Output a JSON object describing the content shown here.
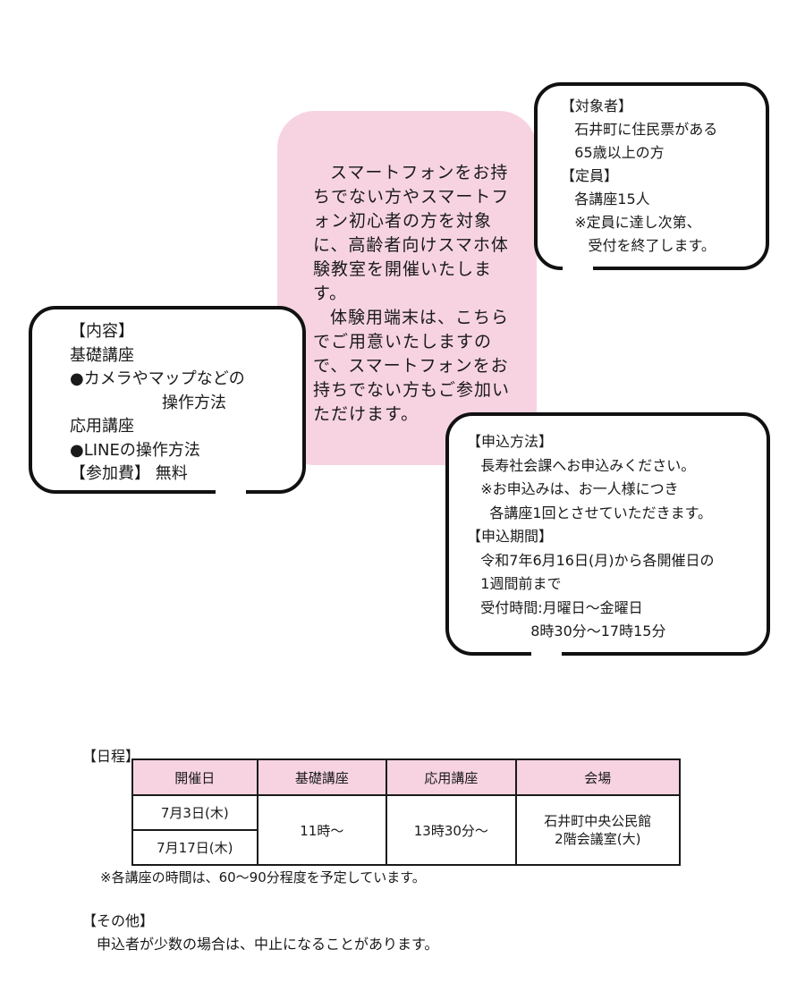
{
  "intro": {
    "lines": [
      "スマートフォンをお持ちでない方やスマートフォン初心者の方を対象に、高齢者向けスマホ体験教室を開催いたします。",
      "体験用端末は、こちらでご用意いたしますので、スマートフォンをお持ちでない方もご参加いただけます。"
    ]
  },
  "target_box": {
    "lines": [
      "【対象者】",
      "   石井町に住民票がある",
      "   65歳以上の方",
      "【定員】",
      "   各講座15人",
      "   ※定員に達し次第、",
      "      受付を終了します。"
    ]
  },
  "content_box": {
    "lines": [
      "【内容】",
      "基礎講座",
      "●カメラやマップなどの",
      "                  操作方法",
      "応用講座",
      "●LINEの操作方法",
      "【参加費】 無料"
    ]
  },
  "apply_box": {
    "lines": [
      "【申込方法】",
      "   長寿社会課へお申込みください。",
      "   ※お申込みは、お一人様につき",
      "     各講座1回とさせていただきます。",
      "【申込期間】",
      "   令和7年6月16日(月)から各開催日の",
      "   1週間前まで",
      "   受付時間:月曜日～金曜日",
      "              8時30分～17時15分"
    ]
  },
  "schedule": {
    "label": "【日程】",
    "headers": [
      "開催日",
      "基礎講座",
      "応用講座",
      "会場"
    ],
    "dates": [
      "7月3日(木)",
      "7月17日(木)"
    ],
    "basic_time": "11時～",
    "advanced_time": "13時30分～",
    "venue": "石井町中央公民館\n2階会議室(大)",
    "note": "※各講座の時間は、60～90分程度を予定しています。"
  },
  "other": {
    "label": "【その他】",
    "text": "申込者が少数の場合は、中止になることがあります。"
  },
  "colors": {
    "pink": "#f7d3e2",
    "border": "#111111"
  }
}
